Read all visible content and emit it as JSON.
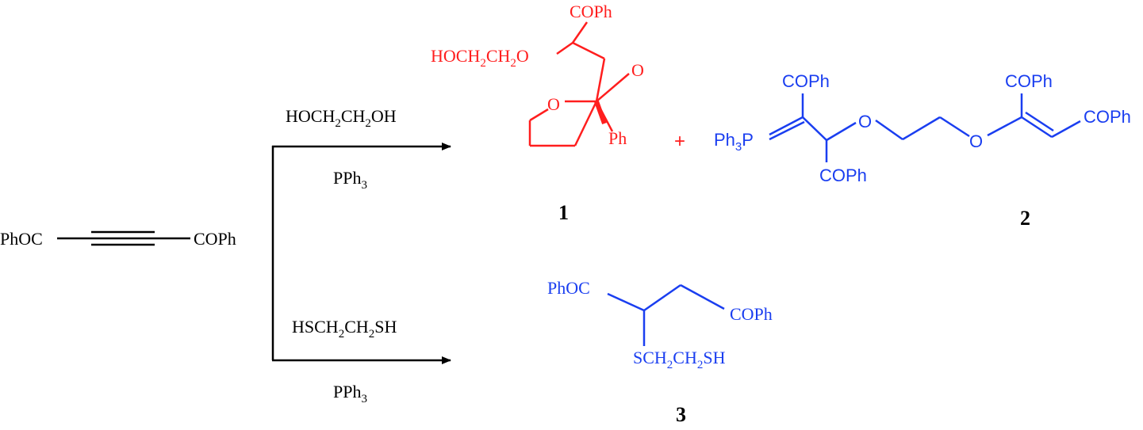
{
  "colors": {
    "black": "#000000",
    "red": "#ff1e1e",
    "blue": "#1a3ef0"
  },
  "reactant": {
    "left_group": "PhOC",
    "right_group": "COPh"
  },
  "reaction_top": {
    "reagent_main": "HOCH",
    "reagent_sub1": "2",
    "reagent_mid": "CH",
    "reagent_sub2": "2",
    "reagent_end": "OH",
    "catalyst_main": "PPh",
    "catalyst_sub": "3"
  },
  "reaction_bottom": {
    "reagent_main": "HSCH",
    "reagent_sub1": "2",
    "reagent_mid": "CH",
    "reagent_sub2": "2",
    "reagent_end": "SH",
    "catalyst_main": "PPh",
    "catalyst_sub": "3"
  },
  "product1": {
    "number": "1",
    "top_label": "COPh",
    "side_main": "HOCH",
    "side_sub1": "2",
    "side_mid": "CH",
    "side_sub2": "2",
    "side_end": "O",
    "ring_o_right": "O",
    "ring_o_left": "O",
    "ph_label": "Ph"
  },
  "plus_sign": "+",
  "product2": {
    "number": "2",
    "label_top_left": "COPh",
    "label_bottom": "COPh",
    "label_top_right": "COPh",
    "label_right": "COPh",
    "ph_main": "Ph",
    "ph_sub": "3",
    "p_label": "P",
    "o_left": "O",
    "o_right": "O"
  },
  "product3": {
    "number": "3",
    "left_label": "PhOC",
    "right_label": "COPh",
    "thio_main": "SCH",
    "thio_sub1": "2",
    "thio_mid": "CH",
    "thio_sub2": "2",
    "thio_end": "SH"
  }
}
